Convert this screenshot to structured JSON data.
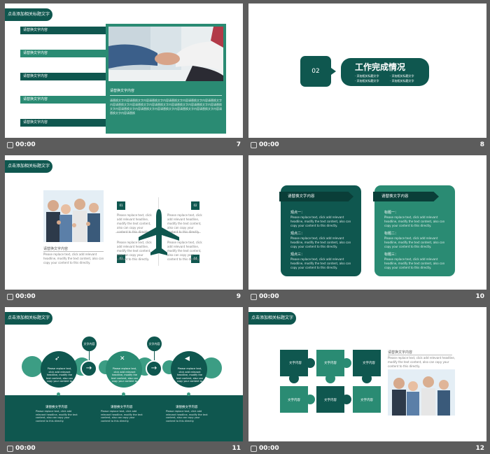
{
  "colors": {
    "dark": "#0f574f",
    "teal": "#2a8b73",
    "light": "#3c9d84",
    "bg": "#5c5c5c"
  },
  "slides": [
    {
      "index": "7",
      "time": "00:00",
      "title": "点击添加相关标题文字",
      "bars": [
        "请替换文字内容",
        "请替换文字内容",
        "请替换文字内容",
        "请替换文字内容",
        "请替换文字内容"
      ],
      "caption": "请替换文字内容",
      "body": "请替换文字内容请替换文字内容请替换文字内容请替换文字内容请替换文字内容请替换文字内容请替换文字内容请替换文字内容请替换文字内容请替换文字内容请替换文字内容请替换文字内容请替换文字内容请替换文字内容请替换文字内容请替换文字内容请替换文字内容请替换文字内容请替换"
    },
    {
      "index": "8",
      "time": "00:00",
      "section_num": "02",
      "heading": "工作完成情况",
      "points": [
        "· 添加相关标题文字",
        "· 添加相关标题文字",
        "· 添加相关标题文字",
        "· 添加相关标题文字"
      ]
    },
    {
      "index": "9",
      "time": "00:00",
      "title": "点击添加相关标题文字",
      "caption": "请替换文字内容",
      "caption_text": "Please replace text, click add relevant headline, modify the text content, also can copy your content to this directly.",
      "tags": [
        "01",
        "02",
        "03",
        "04"
      ],
      "paras": [
        "Please replace text, click add relevant headline, modify the text content, also can copy your content to this directly.",
        "Please replace text, click add relevant headline, modify the text content, also can copy your content to this directly.",
        "Please replace text, click add relevant headline, modify the text content, also can copy your content to this directly.",
        "Please replace text, click add relevant headline, modify the text content, also can copy your content to this directly."
      ]
    },
    {
      "index": "10",
      "time": "00:00",
      "cards": [
        {
          "title": "请替换文字内容",
          "items": [
            {
              "label": "观点一：",
              "text": "Please replace text, click add relevant headline, modify the text content, also can copy your content to this directly."
            },
            {
              "label": "观点二：",
              "text": "Please replace text, click add relevant headline, modify the text content, also can copy your content to this directly."
            },
            {
              "label": "观点三：",
              "text": "Please replace text, click add relevant headline, modify the text content, also can copy your content to this directly."
            }
          ]
        },
        {
          "title": "请替换文字内容",
          "items": [
            {
              "label": "标题一：",
              "text": "Please replace text, click add relevant headline, modify the text content, also can copy your content to this directly."
            },
            {
              "label": "标题二：",
              "text": "Please replace text, click add relevant headline, modify the text content, also can copy your content to this directly."
            },
            {
              "label": "标题三：",
              "text": "Please replace text, click add relevant headline, modify the text content, also can copy your content to this directly."
            }
          ]
        }
      ]
    },
    {
      "index": "11",
      "time": "00:00",
      "title": "点击添加相关标题文字",
      "bubble_labels": [
        "文字内容",
        "文字内容"
      ],
      "circle_text": "Please replace text, click add relevant headline, modify the text content, also can copy your content to this directly.",
      "footers": [
        {
          "title": "请替换文字内容",
          "text": "Please replace text, click add relevant headline, modify the text content, also can copy your content to this directly."
        },
        {
          "title": "请替换文字内容",
          "text": "Please replace text, click add relevant headline, modify the text content, also can copy your content to this directly."
        },
        {
          "title": "请替换文字内容",
          "text": "Please replace text, click add relevant headline, modify the text content, also can copy your content to this directly."
        }
      ]
    },
    {
      "index": "12",
      "time": "00:00",
      "title": "点击添加相关标题文字",
      "caption": "请替换文字内容",
      "caption_text": "Please replace text, click add relevant headline, modify the text content, also can copy your content to this directly.",
      "puzzle_labels": [
        "文字内容",
        "文字内容",
        "文字内容",
        "文字内容",
        "文字内容",
        "文字内容"
      ]
    }
  ]
}
